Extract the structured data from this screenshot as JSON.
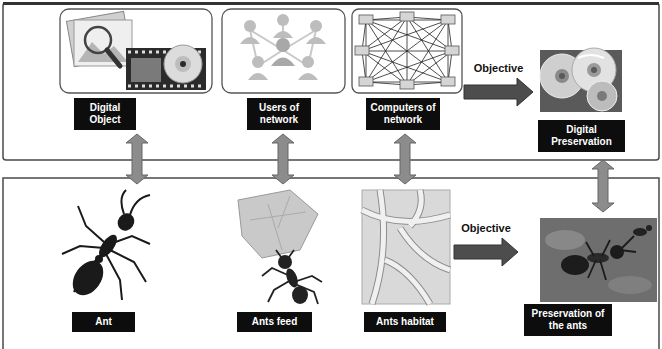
{
  "diagram": {
    "nodes": [
      {
        "text": [
          "Digital Object"
        ]
      },
      {
        "text": [
          "Users of network"
        ]
      },
      {
        "text": [
          "Computers of network"
        ]
      },
      {
        "text": [
          "Digital Preservation"
        ]
      },
      {
        "text": [
          "Ant"
        ]
      },
      {
        "text": [
          "Ants feed"
        ]
      },
      {
        "text": [
          "Ants habitat"
        ]
      },
      {
        "text": [
          "Preservation of the ants"
        ]
      }
    ],
    "edges": [
      {
        "from": 2,
        "to": 3,
        "label": "Objective",
        "arrow": "to"
      },
      {
        "from": 0,
        "to": 4,
        "arrow": "both"
      },
      {
        "from": 1,
        "to": 5,
        "arrow": "both"
      },
      {
        "from": 2,
        "to": 6,
        "arrow": "both"
      },
      {
        "from": 3,
        "to": 7,
        "arrow": "both"
      },
      {
        "from": 6,
        "to": 7,
        "label": "Objective",
        "arrow": "to"
      }
    ]
  }
}
